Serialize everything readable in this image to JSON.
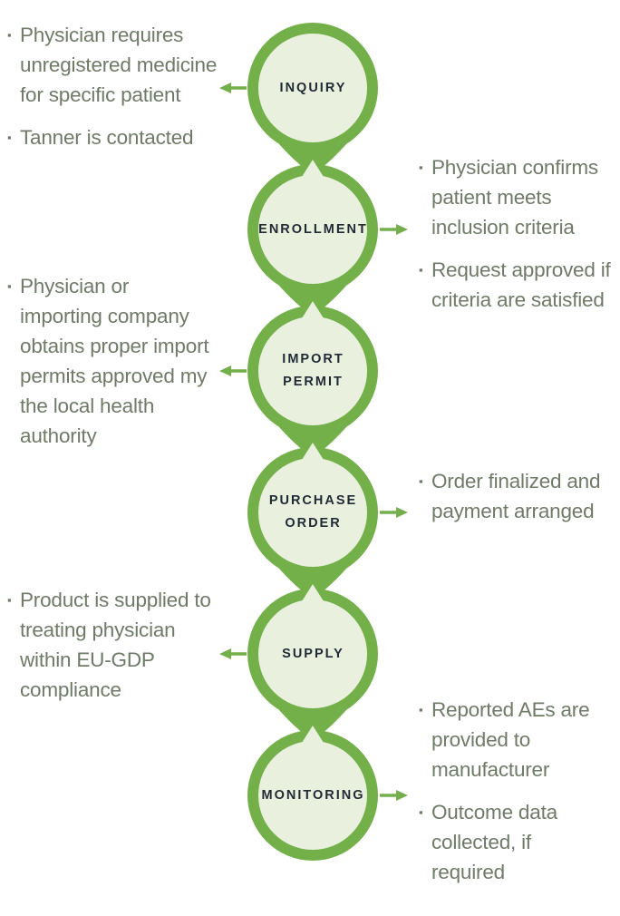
{
  "background": "#ffffff",
  "colors": {
    "ring_green": "#74b04a",
    "circle_fill": "#e9f0de",
    "title_text": "#1f2a35",
    "note_text": "#6e7b66"
  },
  "icons": {
    "bullet": "▪"
  },
  "steps": [
    {
      "label": "INQUIRY",
      "notes_side": "left",
      "notes": [
        "Physician requires\nunregistered medicine\nfor specific patient",
        "Tanner is contacted"
      ]
    },
    {
      "label": "ENROLLMENT",
      "notes_side": "right",
      "notes": [
        "Physician confirms\npatient meets\ninclusion criteria",
        "Request approved if\ncriteria are satisfied"
      ]
    },
    {
      "label": "IMPORT\nPERMIT",
      "notes_side": "left",
      "notes": [
        "Physician or\nimporting company\nobtains proper import\npermits approved my\nthe local health\nauthority"
      ]
    },
    {
      "label": "PURCHASE\nORDER",
      "notes_side": "right",
      "notes": [
        "Order finalized and\npayment arranged"
      ]
    },
    {
      "label": "SUPPLY",
      "notes_side": "left",
      "notes": [
        "Product is supplied to\ntreating physician\nwithin EU-GDP\ncompliance"
      ]
    },
    {
      "label": "MONITORING",
      "notes_side": "right",
      "notes": [
        "Reported AEs are\nprovided to\nmanufacturer",
        "Outcome data\ncollected, if\nrequired"
      ]
    }
  ]
}
